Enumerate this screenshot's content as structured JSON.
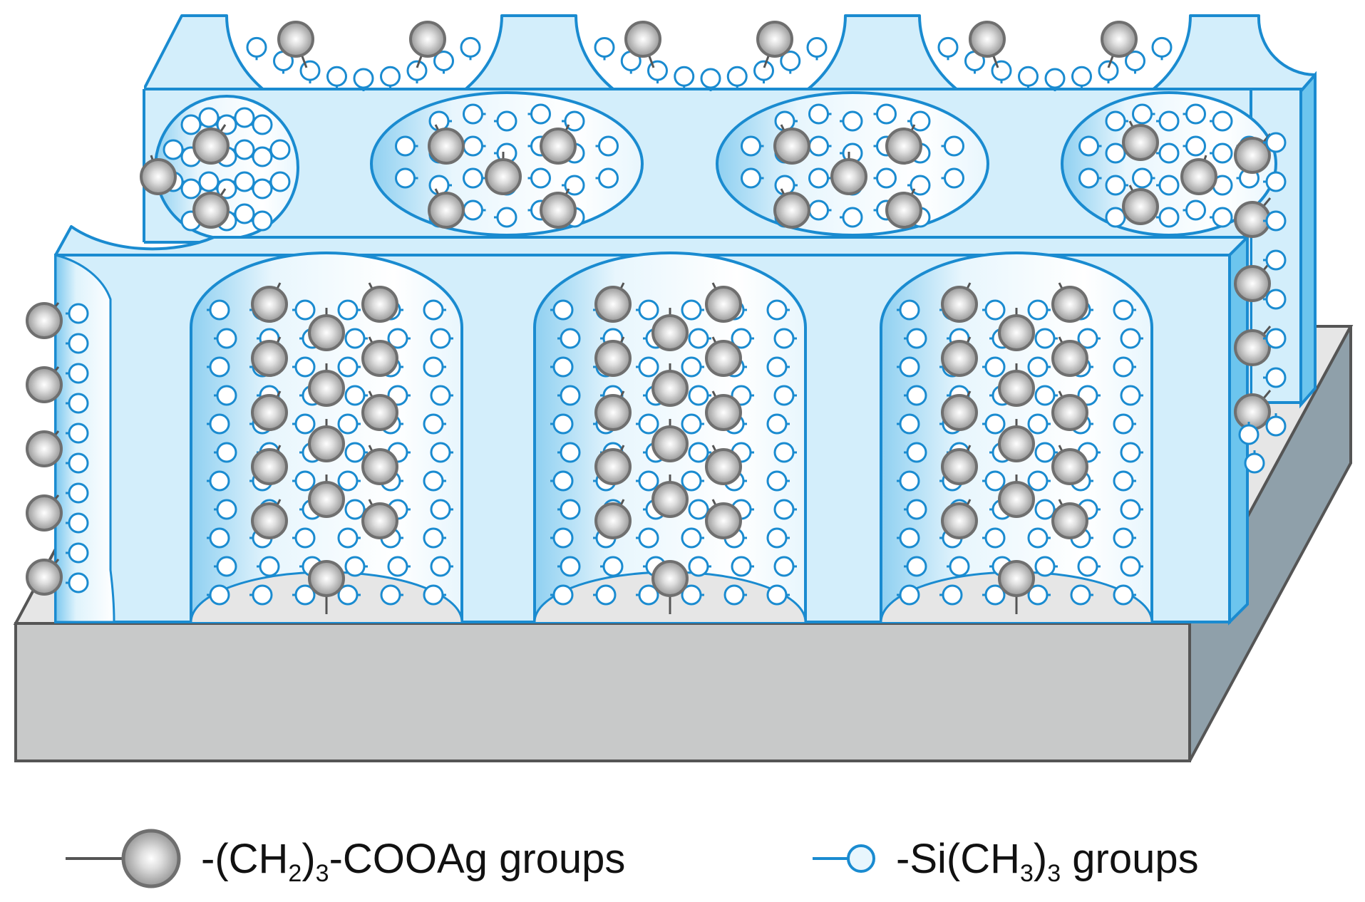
{
  "legend": {
    "ag_group": {
      "label_pre": "-(CH",
      "sub1": "2",
      "mid": ")",
      "sub2": "3",
      "post": "-COOAg groups"
    },
    "si_group": {
      "label_pre": "-Si(CH",
      "sub1": "3",
      "mid": ")",
      "sub2": "3",
      "post": " groups"
    }
  },
  "colors": {
    "silica_fill": "#d3eefb",
    "silica_stroke": "#1a8bd0",
    "pore_fill": "#e8f6fd",
    "pore_shade": "#8fd0f1",
    "side_face": "#6cc5ee",
    "substrate_top": "#e6e6e6",
    "substrate_front": "#c8c9c9",
    "substrate_side": "#8fa0aa",
    "ag_ball": "#b3b3b3",
    "ag_stick": "#555555",
    "si_ring": "#1a8bd0"
  },
  "icons": [
    "ag-sphere-icon",
    "si-ring-icon"
  ]
}
